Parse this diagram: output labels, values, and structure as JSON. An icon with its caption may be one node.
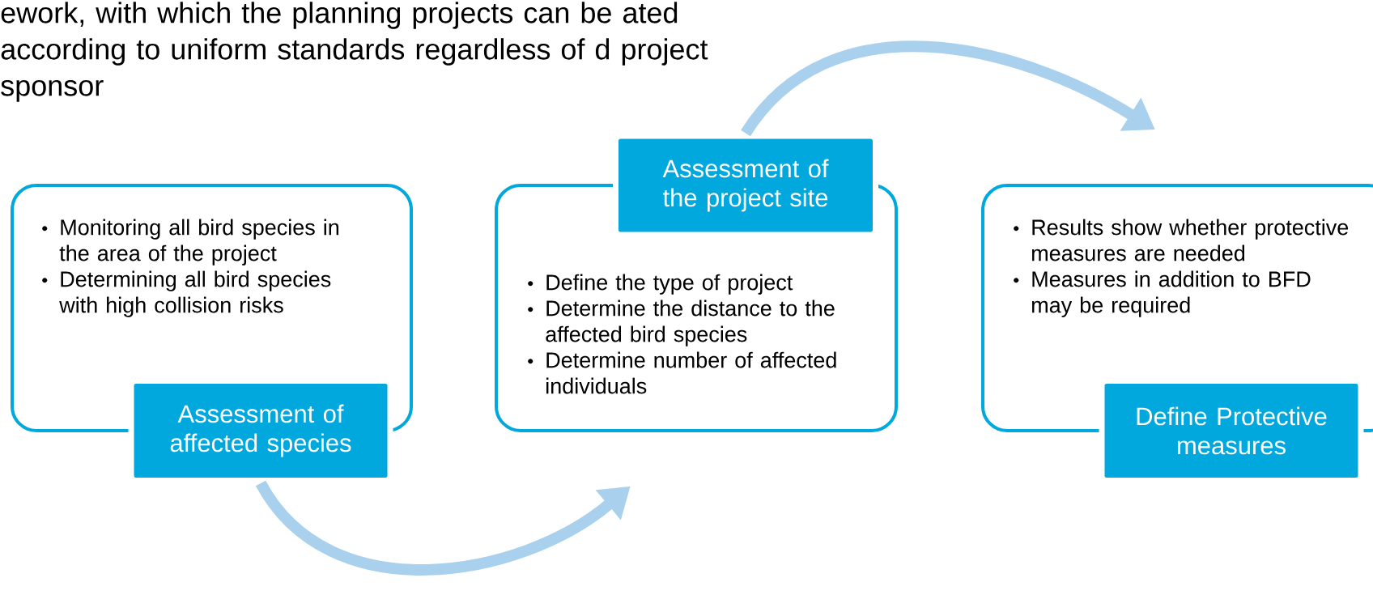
{
  "diagram": {
    "nodes": [
      {
        "text": [
          "Monitoring all bird species in the area of the project",
          "Determining all bird species with high collision risks"
        ]
      },
      {
        "text": [
          "Assessment of affected species"
        ]
      },
      {
        "text": [
          "Define the type of project",
          "Determine the distance to the affected bird species",
          "Determine number of affected individuals"
        ]
      },
      {
        "text": [
          "Assessment of the project site"
        ]
      },
      {
        "text": [
          "Results show whether protective measures are needed",
          "Measures in addition to BFD may be required"
        ]
      },
      {
        "text": [
          "Define Protective measures"
        ]
      }
    ],
    "edges": [
      {
        "from": 1,
        "to": 2,
        "arrow": "to"
      },
      {
        "from": 3,
        "to": 4,
        "arrow": "to"
      }
    ],
    "labels": [
      "ework, with which the planning projects can be ated according to uniform standards regardless of d project sponsor"
    ]
  }
}
